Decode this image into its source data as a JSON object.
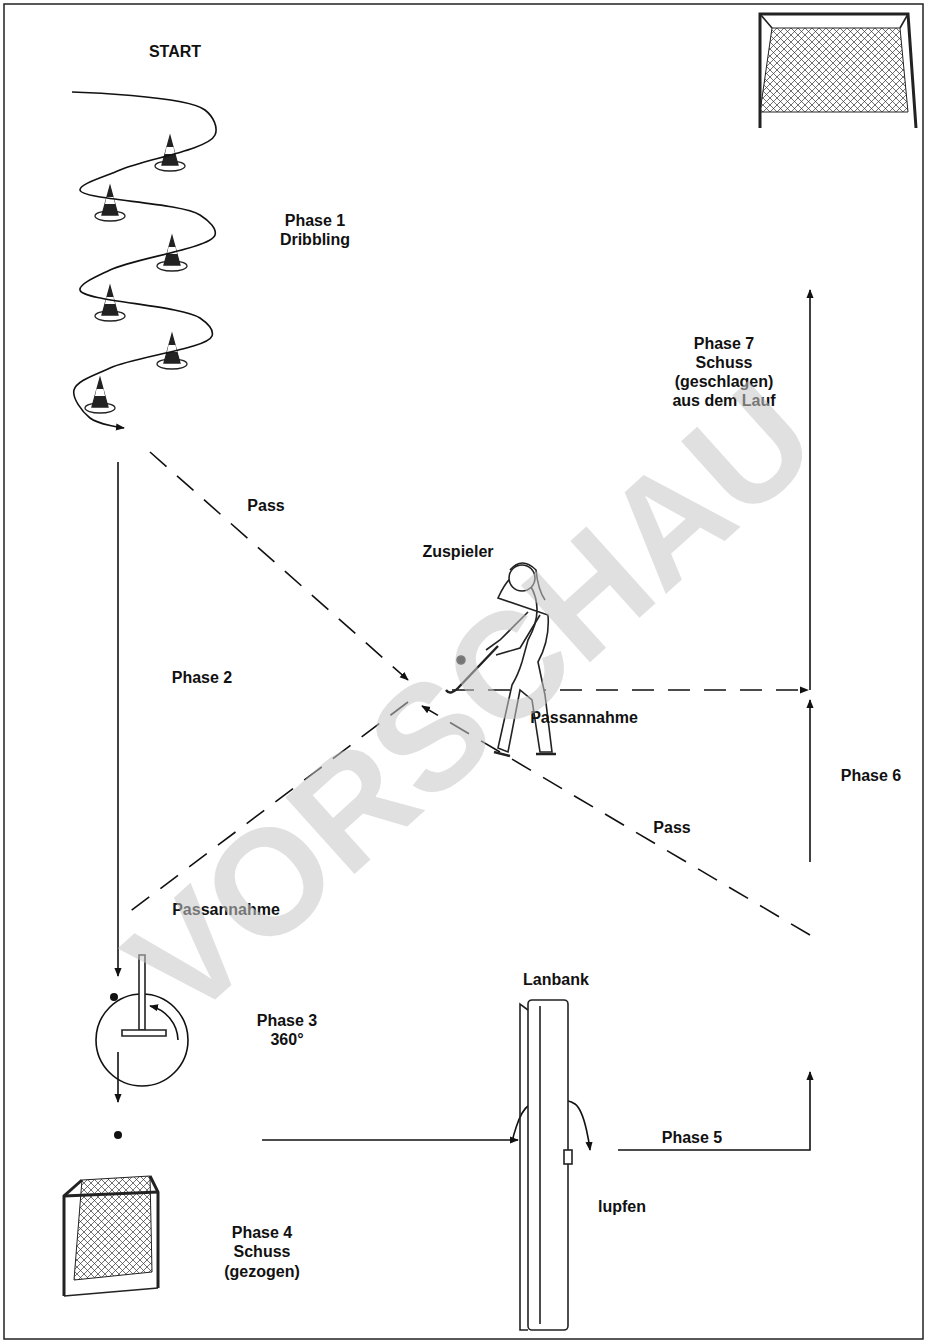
{
  "diagram": {
    "labels": [
      "START",
      "Phase 1 Dribbling",
      "Pass",
      "Zuspieler",
      "Phase 2",
      "Passannahme",
      "Phase 3 360°",
      "Phase 4 Schuss (gezogen)",
      "Lanbank",
      "Phase 5",
      "lupfen",
      "Passannahme",
      "Phase 6",
      "Pass",
      "Phase 7 Schuss (geschlagen) aus dem Lauf",
      "VORSCHAU"
    ]
  }
}
